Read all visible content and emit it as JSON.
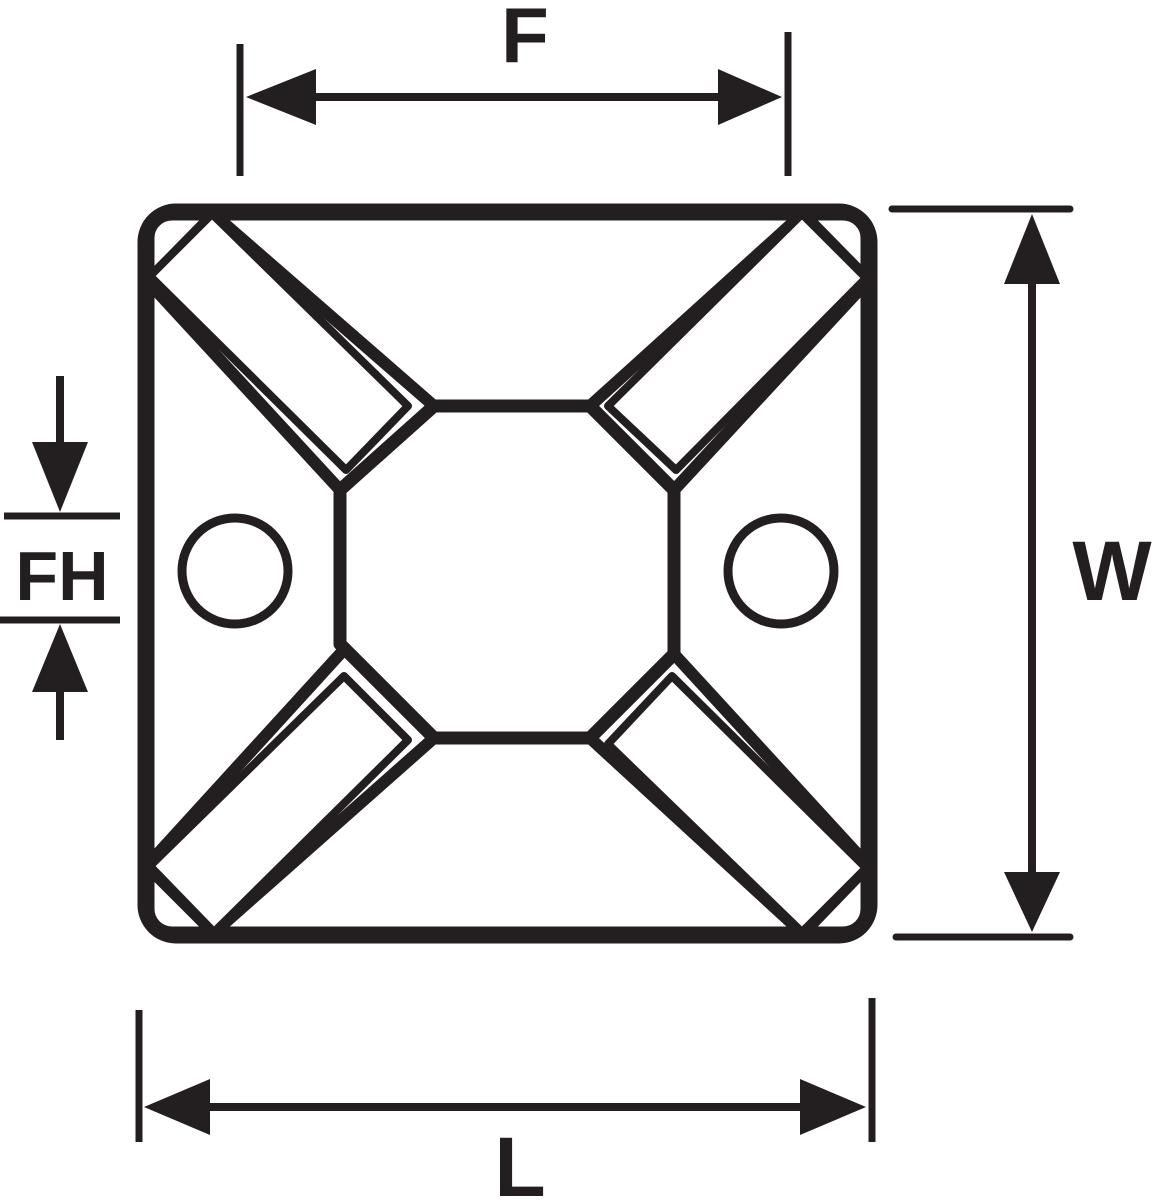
{
  "diagram": {
    "title": "",
    "stroke_color": "#231f20",
    "background_color": "#ffffff",
    "dimensions": {
      "F": "F",
      "W": "W",
      "FH": "FH",
      "L": "L"
    },
    "components": [
      "outer-base-square",
      "center-octagon",
      "diagonal-tie-channel-top-left",
      "diagonal-tie-channel-top-right",
      "diagonal-tie-channel-bottom-left",
      "diagonal-tie-channel-bottom-right",
      "mounting-hole-left",
      "mounting-hole-right"
    ]
  }
}
